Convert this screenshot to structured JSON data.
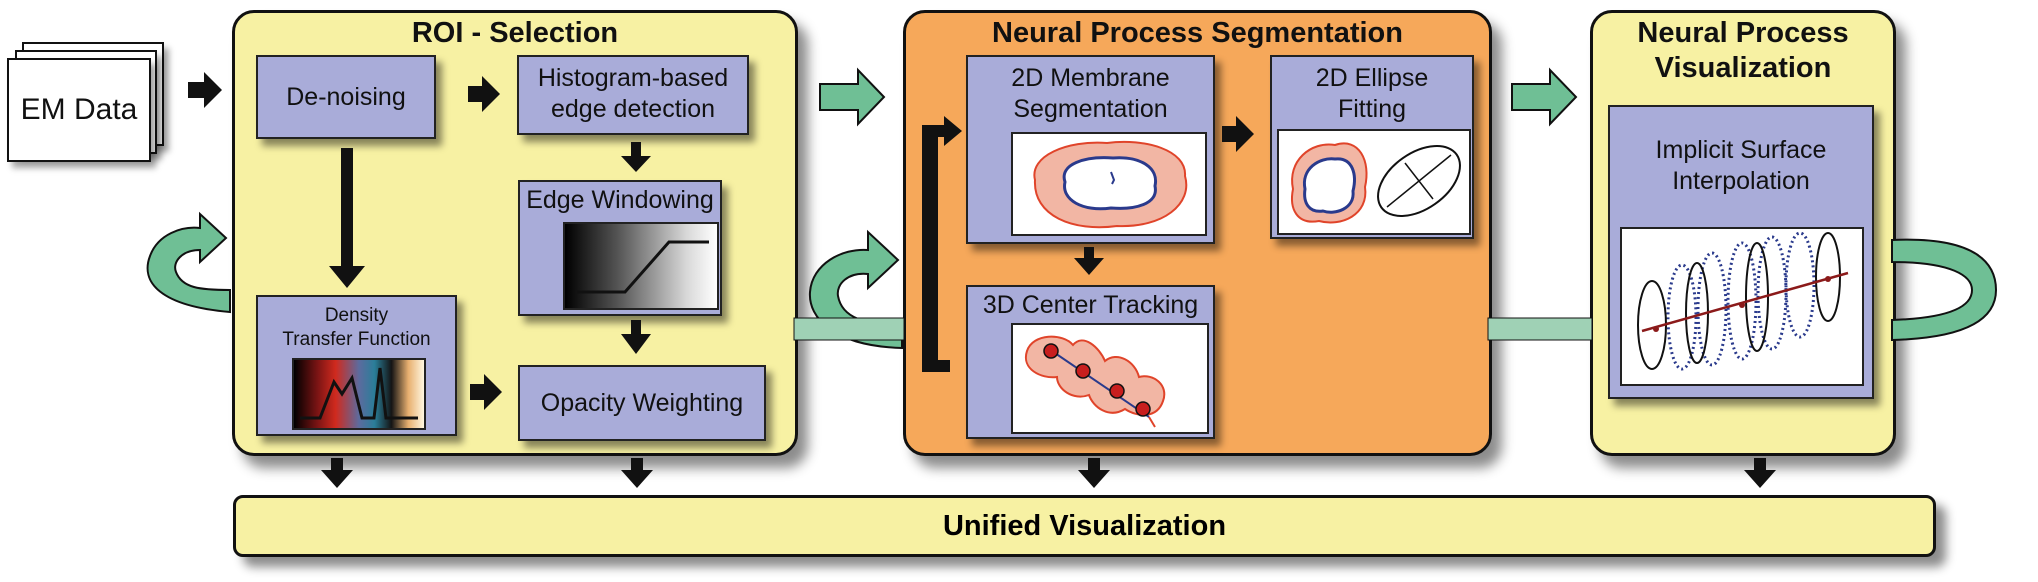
{
  "em_data_label": "EM Data",
  "roi": {
    "title": "ROI - Selection",
    "denoising": "De-noising",
    "histogram_line1": "Histogram-based",
    "histogram_line2": "edge detection",
    "edge_windowing": "Edge Windowing",
    "density_line1": "Density",
    "density_line2": "Transfer Function",
    "opacity_weighting": "Opacity Weighting"
  },
  "nps": {
    "title": "Neural Process Segmentation",
    "membrane_line1": "2D Membrane",
    "membrane_line2": "Segmentation",
    "ellipse_line1": "2D Ellipse",
    "ellipse_line2": "Fitting",
    "tracking": "3D Center Tracking"
  },
  "npv": {
    "title_line1": "Neural Process",
    "title_line2": "Visualization",
    "implicit_line1": "Implicit Surface",
    "implicit_line2": "Interpolation"
  },
  "unified": "Unified Visualization",
  "colors": {
    "yellow_panel": "#f7f1a3",
    "orange_panel": "#f6a85a",
    "process_box": "#a9acd9",
    "flow_arrow": "#6fbf95",
    "membrane_red": "#e0442a",
    "curve_blue": "#2a3a8c"
  }
}
